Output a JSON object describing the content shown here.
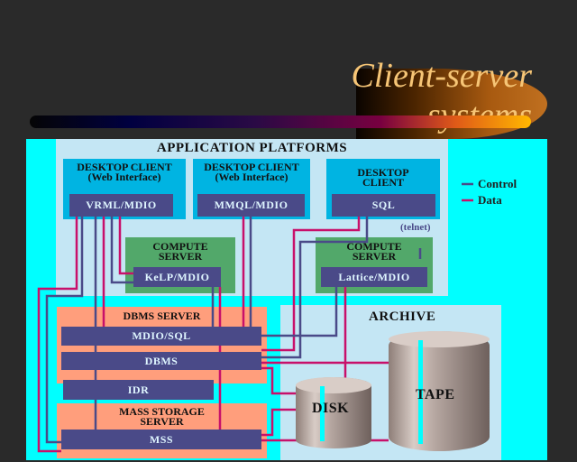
{
  "title": "Client-server systems",
  "legend": {
    "control": "Control",
    "data": "Data"
  },
  "colors": {
    "control": "#4a4a88",
    "data": "#c8106a",
    "background": "#2a2a2a",
    "canvas": "#00ffff"
  },
  "app_platforms": {
    "label": "APPLICATION PLATFORMS",
    "clients": [
      {
        "title": "DESKTOP CLIENT",
        "sub": "(Web Interface)",
        "module": "VRML/MDIO"
      },
      {
        "title": "DESKTOP CLIENT",
        "sub": "(Web Interface)",
        "module": "MMQL/MDIO"
      },
      {
        "title": "DESKTOP CLIENT",
        "sub": "",
        "module": "SQL"
      }
    ],
    "compute": [
      {
        "title": "COMPUTE SERVER",
        "module": "KeLP/MDIO"
      },
      {
        "title": "COMPUTE SERVER",
        "module": "Lattice/MDIO"
      }
    ],
    "telnet": "(telnet)"
  },
  "dbms_server": {
    "label": "DBMS SERVER",
    "modules": [
      "MDIO/SQL",
      "DBMS"
    ]
  },
  "idr": "IDR",
  "mass_storage": {
    "label": "MASS STORAGE SERVER",
    "module": "MSS"
  },
  "archive": {
    "label": "ARCHIVE",
    "disk": "DISK",
    "tape": "TAPE"
  }
}
